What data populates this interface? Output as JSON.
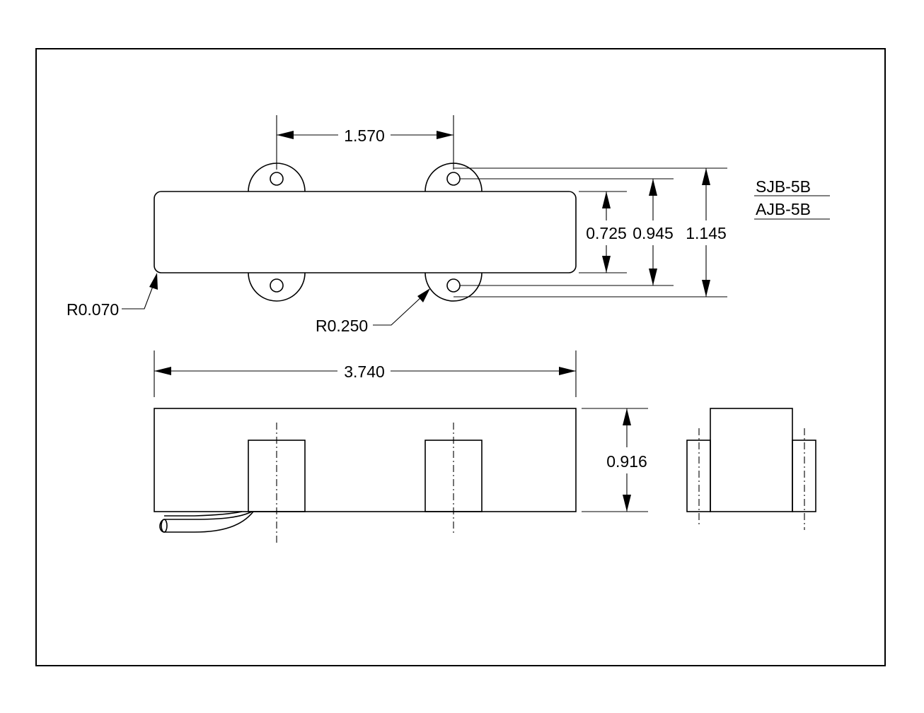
{
  "dimensions": {
    "hole_spacing": "1.570",
    "width_body": "0.725",
    "width_mid": "0.945",
    "width_overall": "1.145",
    "length_overall": "3.740",
    "height": "0.916",
    "corner_radius": "R0.070",
    "ear_radius": "R0.250"
  },
  "models": [
    "SJB-5B",
    "AJB-5B"
  ]
}
